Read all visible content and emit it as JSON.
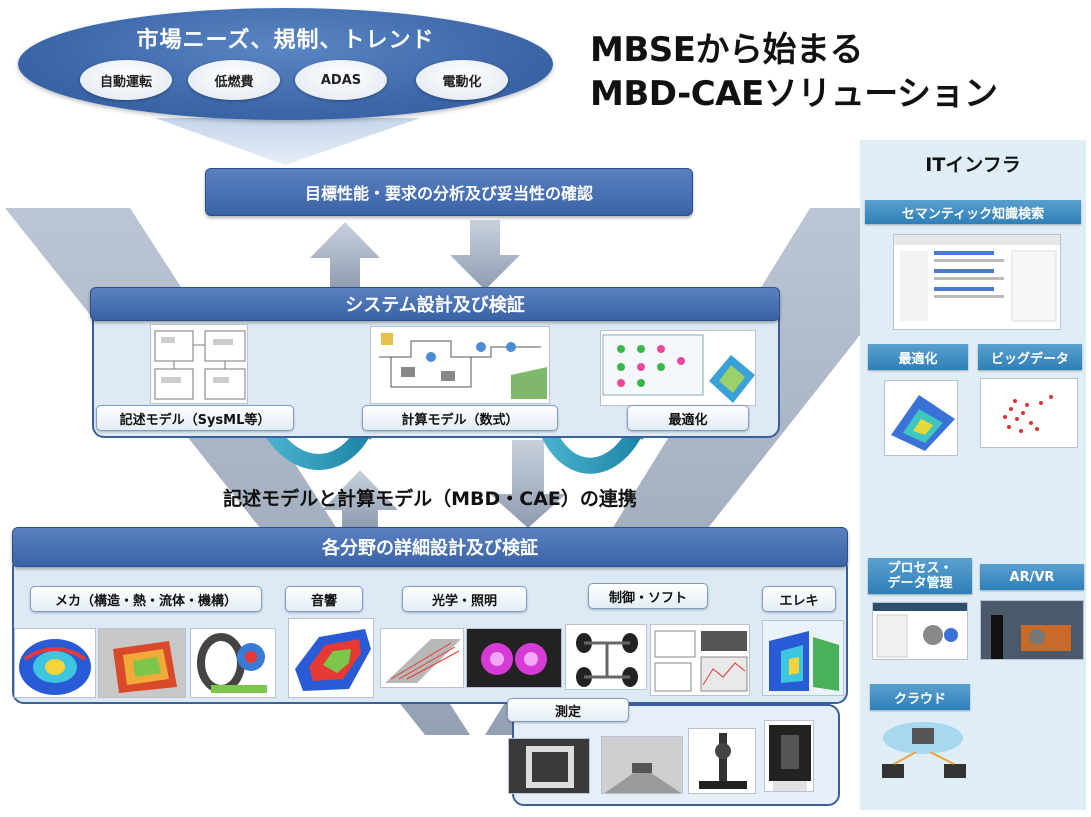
{
  "headline": {
    "line1": "MBSEから始まる",
    "line2": "MBD-CAEソリューション"
  },
  "market": {
    "title": "市場ニーズ、規制、トレンド",
    "items": [
      "自動運転",
      "低燃費",
      "ADAS",
      "電動化"
    ]
  },
  "top_bar": "目標性能・要求の分析及び妥当性の確認",
  "system": {
    "title": "システム設計及び検証",
    "labels": [
      "記述モデル（SysML等）",
      "計算モデル（数式）",
      "最適化"
    ]
  },
  "link_caption": "記述モデルと計算モデル（MBD・CAE）の連携",
  "detail": {
    "title": "各分野の詳細設計及び検証",
    "fields": [
      "メカ（構造・熱・流体・機構）",
      "音響",
      "光学・照明",
      "制御・ソフト",
      "エレキ"
    ]
  },
  "measure": {
    "label": "測定"
  },
  "it": {
    "title": "ITインフラ",
    "semantic": "セマンティック知識検索",
    "optimize": "最適化",
    "bigdata": "ビッグデータ",
    "process_line1": "プロセス・",
    "process_line2": "データ管理",
    "arvr": "AR/VR",
    "cloud": "クラウド"
  },
  "colors": {
    "bar_blue": "#3a63a6",
    "panel_fill": "#ddeaf5",
    "v_grey": "#a9b4c4",
    "it_blue": "#2f7fb8",
    "arrow_teal": "#2d9ab8"
  }
}
